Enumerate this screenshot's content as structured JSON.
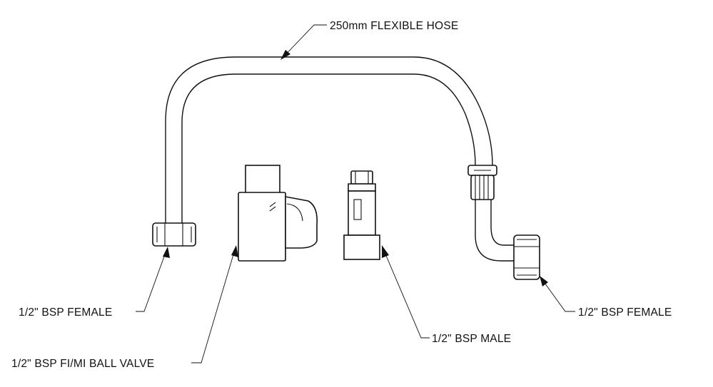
{
  "labels": {
    "hose": "250mm FLEXIBLE HOSE",
    "left_female": "1/2\" BSP FEMALE",
    "ball_valve": "1/2\" BSP FI/MI BALL VALVE",
    "male": "1/2\" BSP MALE",
    "right_female": "1/2\" BSP FEMALE"
  }
}
